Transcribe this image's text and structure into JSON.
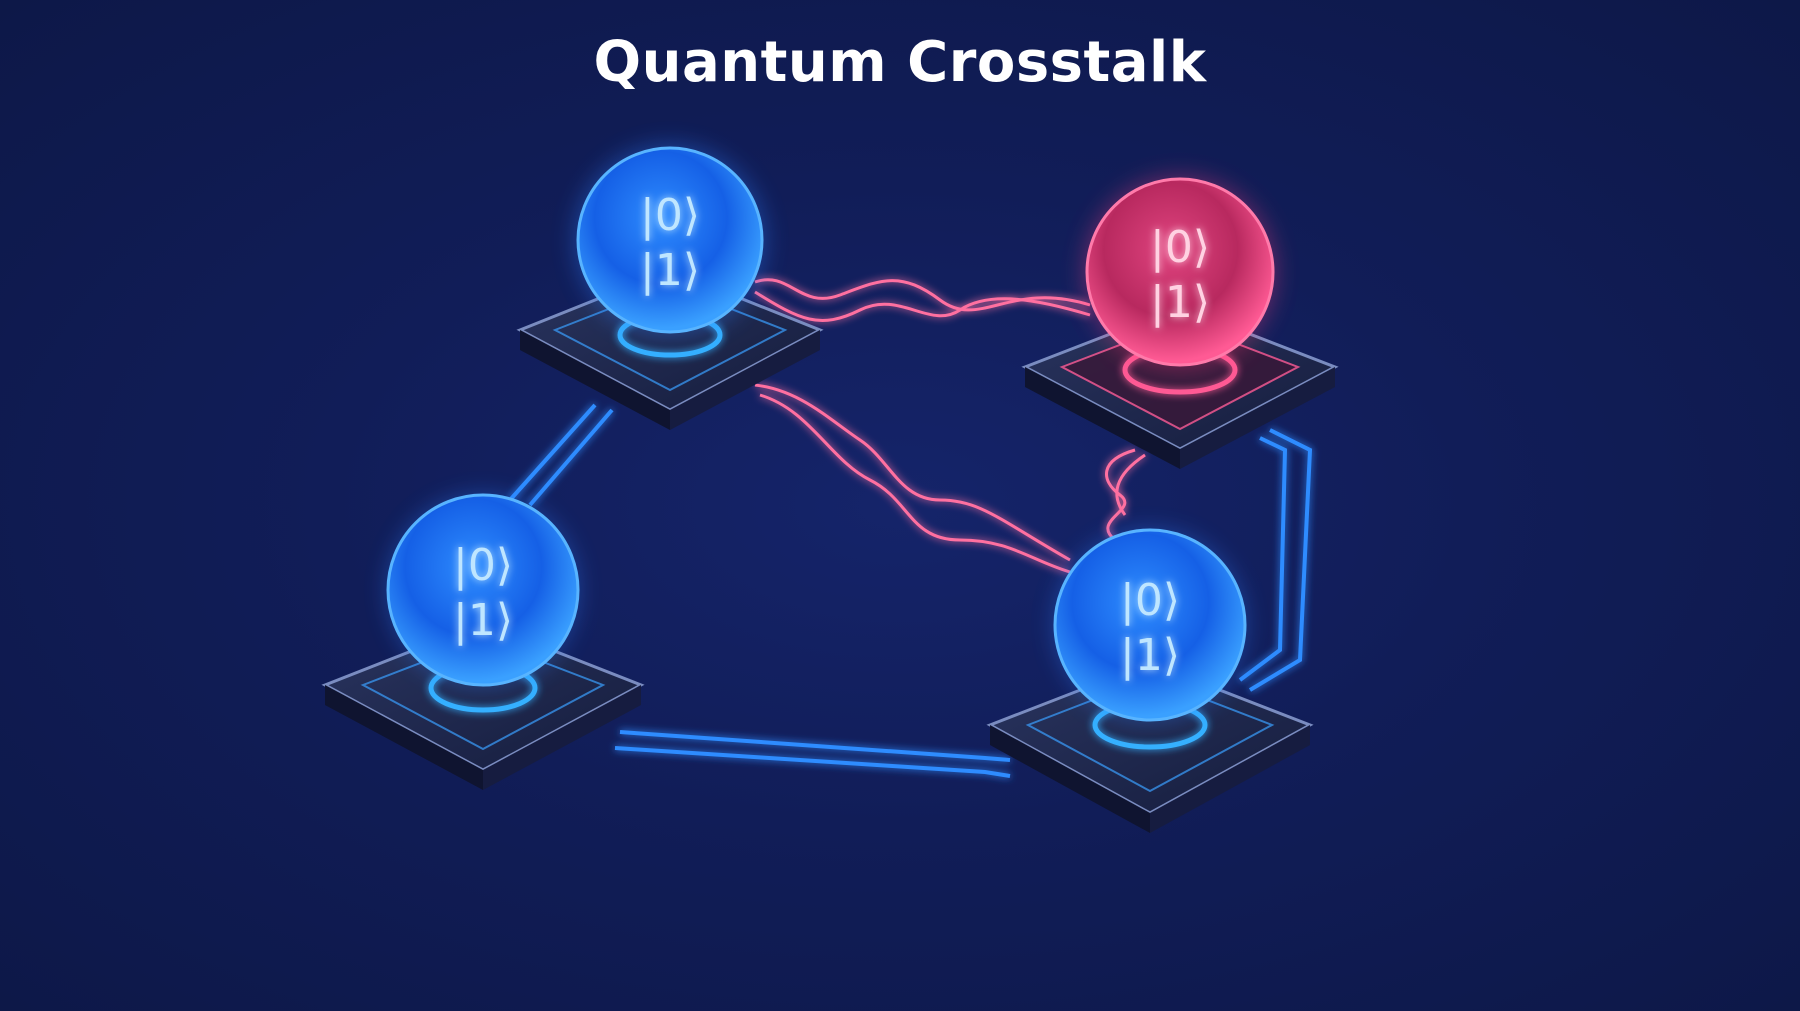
{
  "title": "Quantum Crosstalk",
  "colors": {
    "background": "#111d58",
    "qubit_normal": "#1e7bff",
    "qubit_affected": "#ff3d7f",
    "wire_blue": "#2f8cff",
    "wire_pink": "#ff6fa0",
    "text": "#ffffff"
  },
  "qubits": [
    {
      "id": "top-left",
      "state_0": "|0⟩",
      "state_1": "|1⟩",
      "status": "normal"
    },
    {
      "id": "top-right",
      "state_0": "|0⟩",
      "state_1": "|1⟩",
      "status": "crosstalk"
    },
    {
      "id": "bottom-left",
      "state_0": "|0⟩",
      "state_1": "|1⟩",
      "status": "normal"
    },
    {
      "id": "bottom-right",
      "state_0": "|0⟩",
      "state_1": "|1⟩",
      "status": "normal"
    }
  ],
  "connections": [
    {
      "from": "top-left",
      "to": "bottom-left",
      "type": "coupling-wire"
    },
    {
      "from": "bottom-left",
      "to": "bottom-right",
      "type": "coupling-wire"
    },
    {
      "from": "top-right",
      "to": "bottom-right",
      "type": "coupling-wire"
    },
    {
      "from": "top-left",
      "to": "top-right",
      "type": "crosstalk-wave"
    },
    {
      "from": "top-left",
      "to": "bottom-right",
      "type": "crosstalk-wave"
    },
    {
      "from": "top-right",
      "to": "bottom-right",
      "type": "crosstalk-wave"
    }
  ]
}
